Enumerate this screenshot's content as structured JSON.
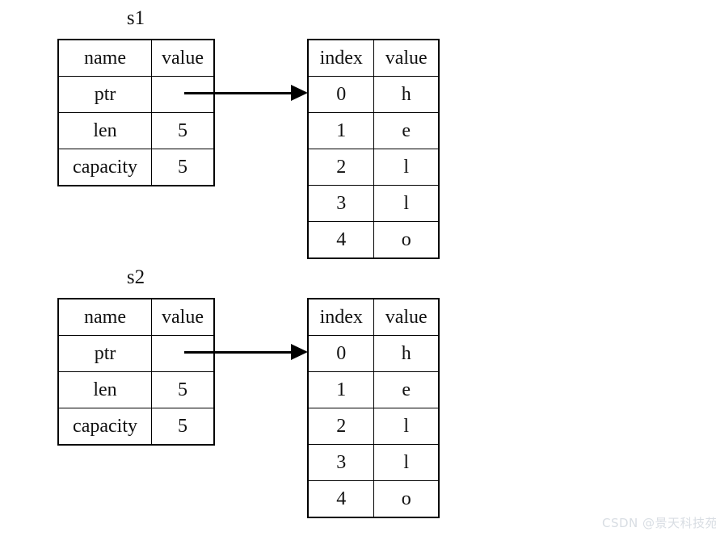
{
  "diagram": {
    "title_note": "Rust String clone memory layout",
    "ink_color": "#000000",
    "background_color": "#ffffff",
    "groups": [
      {
        "label": "s1",
        "struct_table": {
          "headers": [
            "name",
            "value"
          ],
          "rows": [
            {
              "name": "ptr",
              "value": ""
            },
            {
              "name": "len",
              "value": "5"
            },
            {
              "name": "capacity",
              "value": "5"
            }
          ]
        },
        "pointer": {
          "icon": "arrow-right-icon",
          "from_row": "ptr"
        },
        "buffer_table": {
          "headers": [
            "index",
            "value"
          ],
          "rows": [
            {
              "index": "0",
              "value": "h"
            },
            {
              "index": "1",
              "value": "e"
            },
            {
              "index": "2",
              "value": "l"
            },
            {
              "index": "3",
              "value": "l"
            },
            {
              "index": "4",
              "value": "o"
            }
          ]
        }
      },
      {
        "label": "s2",
        "struct_table": {
          "headers": [
            "name",
            "value"
          ],
          "rows": [
            {
              "name": "ptr",
              "value": ""
            },
            {
              "name": "len",
              "value": "5"
            },
            {
              "name": "capacity",
              "value": "5"
            }
          ]
        },
        "pointer": {
          "icon": "arrow-right-icon",
          "from_row": "ptr"
        },
        "buffer_table": {
          "headers": [
            "index",
            "value"
          ],
          "rows": [
            {
              "index": "0",
              "value": "h"
            },
            {
              "index": "1",
              "value": "e"
            },
            {
              "index": "2",
              "value": "l"
            },
            {
              "index": "3",
              "value": "l"
            },
            {
              "index": "4",
              "value": "o"
            }
          ]
        }
      }
    ]
  },
  "watermark": {
    "text": "CSDN @景天科技苑"
  }
}
